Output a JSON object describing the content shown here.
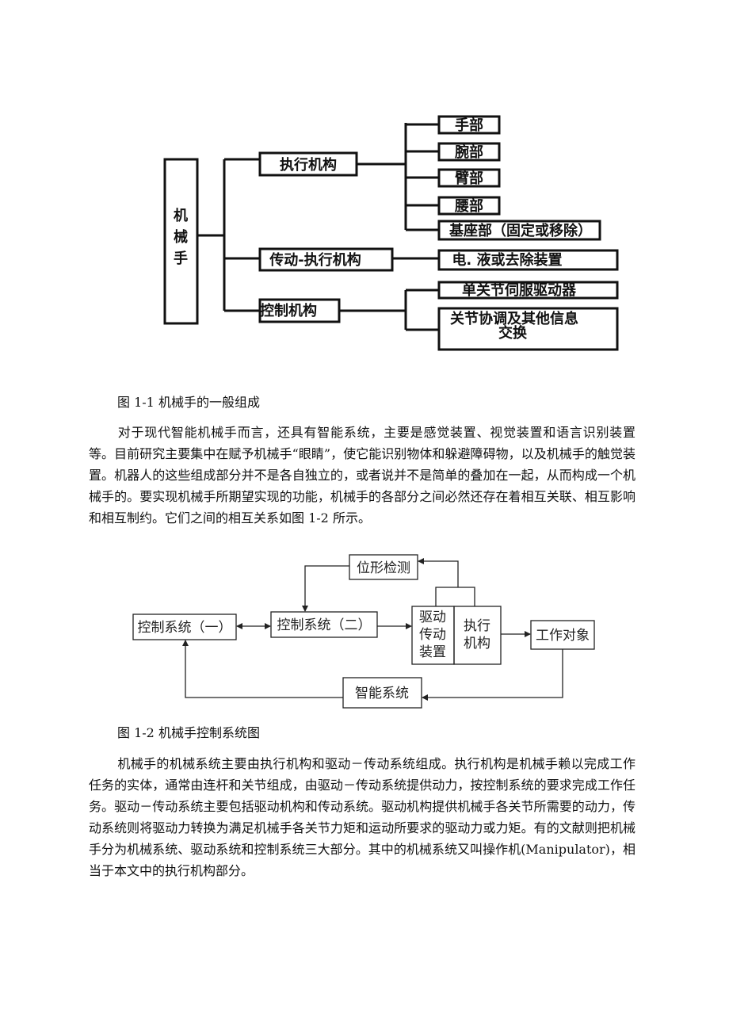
{
  "figure1": {
    "root": "机械手",
    "branches": [
      {
        "label": "执行机构",
        "children": [
          "手部",
          "腕部",
          "臂部",
          "腰部",
          "基座部（固定或移除）"
        ]
      },
      {
        "label": "传动-执行机构",
        "children": [
          "电. 液或去除装置"
        ]
      },
      {
        "label": "控制机构",
        "children": [
          "单关节伺服驱动器",
          "关节协调及其他信息",
          "交换"
        ]
      }
    ],
    "caption": "图 1-1 机械手的一般组成"
  },
  "paragraph1": "对于现代智能机械手而言，还具有智能系统，主要是感觉装置、视觉装置和语言识别装置等。目前研究主要集中在赋予机械手“眼睛”，使它能识别物体和躲避障碍物，以及机械手的触觉装置。机器人的这些组成部分并不是各自独立的，或者说并不是简单的叠加在一起，从而构成一个机械手的。要实现机械手所期望实现的功能，机械手的各部分之间必然还存在着相互关联、相互影响和相互制约。它们之间的相互关系如图 1-2 所示。",
  "figure2": {
    "control1": "控制系统（一）",
    "control2": "控制系统（二）",
    "position": "位形检测",
    "drive": [
      "驱动",
      "传动",
      "装置"
    ],
    "actuator": [
      "执行",
      "机构"
    ],
    "target": "工作对象",
    "intelligent": "智能系统",
    "caption": "图 1-2 机械手控制系统图"
  },
  "paragraph2": "机械手的机械系统主要由执行机构和驱动－传动系统组成。执行机构是机械手赖以完成工作任务的实体，通常由连杆和关节组成，由驱动－传动系统提供动力，按控制系统的要求完成工作任务。驱动－传动系统主要包括驱动机构和传动系统。驱动机构提供机械手各关节所需要的动力，传动系统则将驱动力转换为满足机械手各关节力矩和运动所要求的驱动力或力矩。有的文献则把机械手分为机械系统、驱动系统和控制系统三大部分。其中的机械系统又叫操作机(Manipulator)，相当于本文中的执行机构部分。"
}
